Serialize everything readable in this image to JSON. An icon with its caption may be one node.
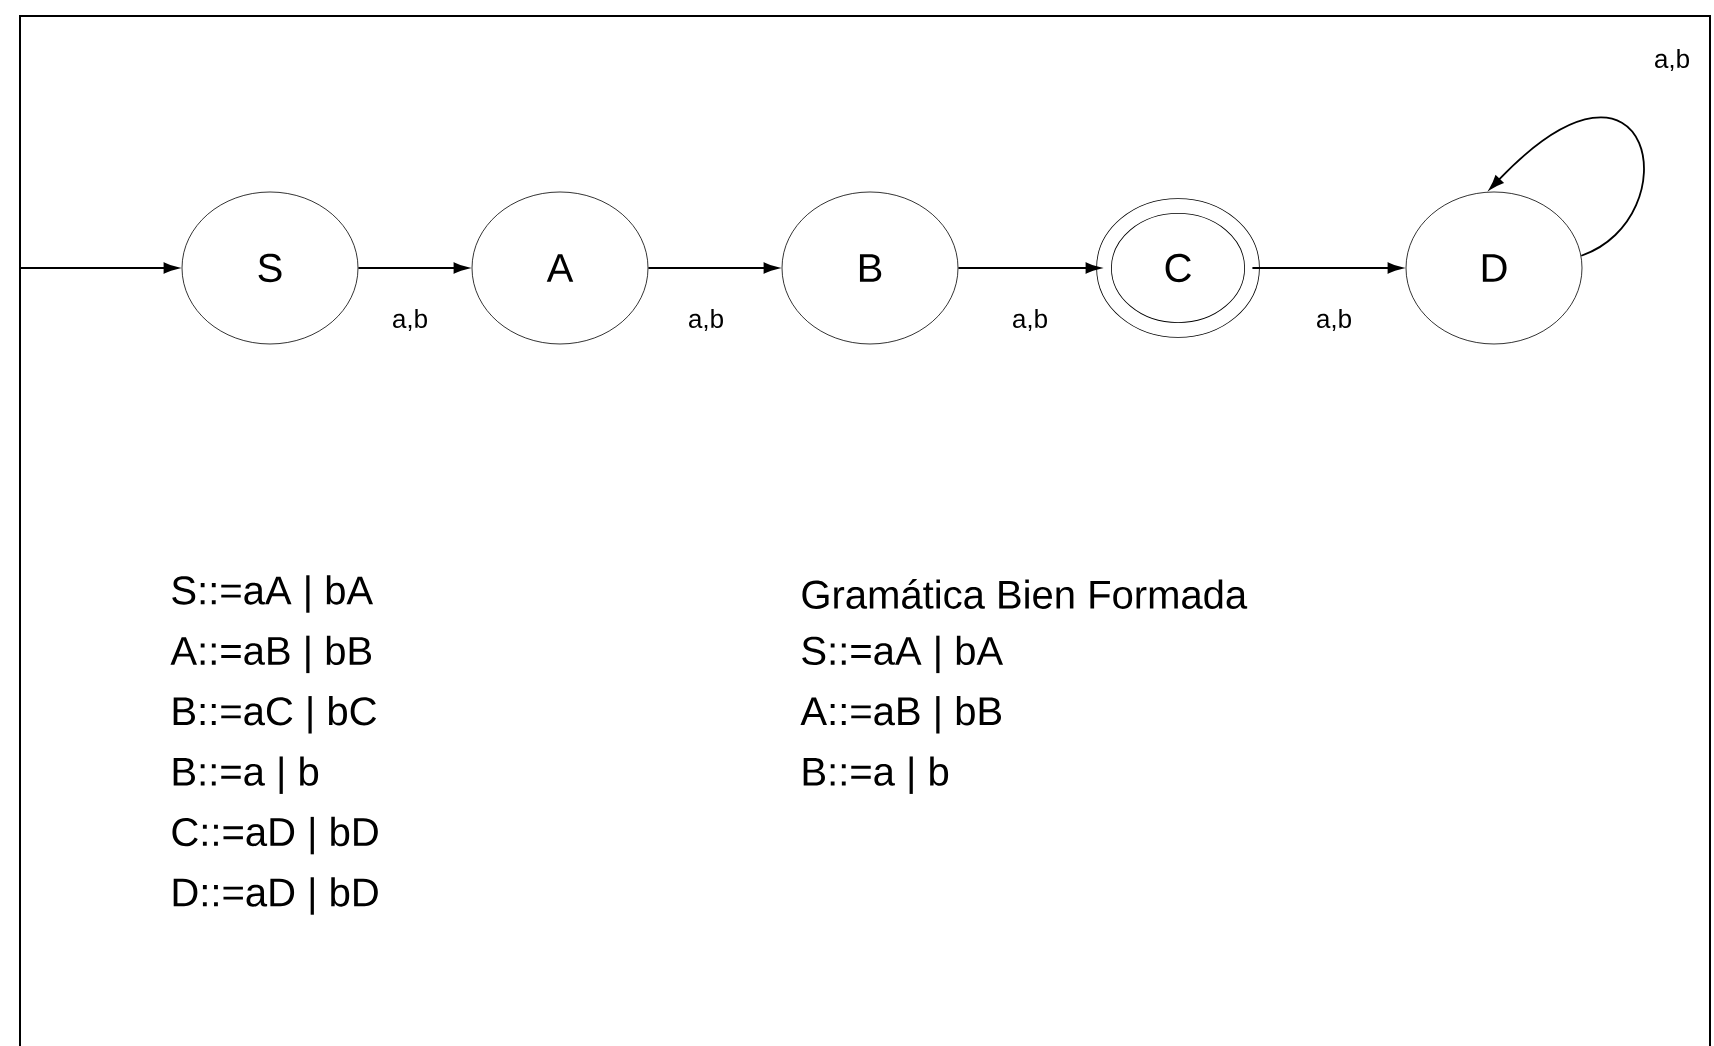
{
  "diagram": {
    "nodes": [
      {
        "text": [
          "S"
        ]
      },
      {
        "text": [
          "A"
        ]
      },
      {
        "text": [
          "B"
        ]
      },
      {
        "text": [
          "C"
        ]
      },
      {
        "text": [
          "D"
        ]
      }
    ],
    "edges": [
      {
        "from": null,
        "to": 0,
        "arrow": "to"
      },
      {
        "from": 0,
        "to": 1,
        "arrow": "to",
        "label": "a,b"
      },
      {
        "from": 1,
        "to": 2,
        "arrow": "to",
        "label": "a,b"
      },
      {
        "from": 2,
        "to": 3,
        "arrow": "to",
        "label": "a,b"
      },
      {
        "from": 3,
        "to": 4,
        "arrow": "to",
        "label": "a,b"
      },
      {
        "from": 4,
        "to": 4,
        "arrow": "to",
        "label": "a,b"
      }
    ],
    "labels": [
      "S::=aA | bA",
      "A::=aB | bB",
      "B::=aC | bC",
      "B::=a | b",
      "C::=aD | bD",
      "D::=aD | bD",
      "Gramática Bien Formada",
      "S::=aA | bA",
      "A::=aB | bB",
      "B::=a | b"
    ]
  }
}
